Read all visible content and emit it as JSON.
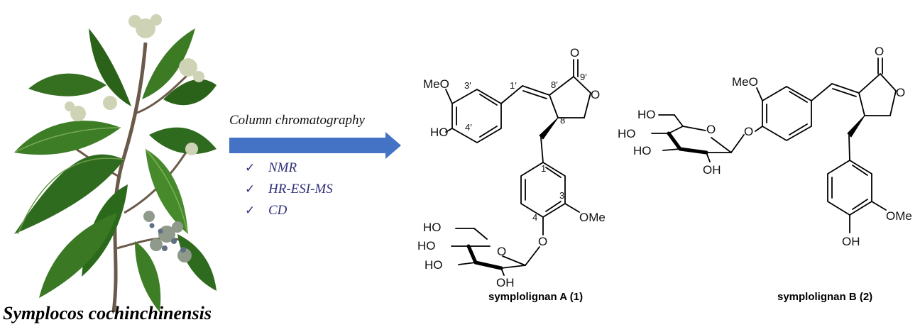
{
  "plant": {
    "name": "Symplocos cochinchinensis"
  },
  "process": {
    "label": "Column chromatography",
    "arrow_color": "#4472c4",
    "check_mark": "✓",
    "methods": [
      "NMR",
      "HR-ESI-MS",
      "CD"
    ],
    "method_color": "#2f2f7a"
  },
  "compound_a": {
    "name": "symplolignan A (1)",
    "labels": {
      "meo": "MeO",
      "ho_ar": "HO",
      "o_carbonyl": "O",
      "o_ring": "O",
      "ome": "OMe",
      "o_link": "O",
      "o_sugar": "O",
      "ho6": "HO",
      "ho4": "HO",
      "ho3": "HO",
      "oh2": "OH"
    },
    "numbers": {
      "n3p": "3′",
      "n4p": "4′",
      "n1p": "1′",
      "n8p": "8′",
      "n9p": "9′",
      "n8": "8",
      "n1": "1",
      "n3": "3",
      "n4": "4"
    }
  },
  "compound_b": {
    "name": "symplolignan B (2)",
    "labels": {
      "meo": "MeO",
      "o_carbonyl": "O",
      "o_ring": "O",
      "o_link": "O",
      "o_sugar": "O",
      "ho6": "HO",
      "ho4": "HO",
      "ho3": "HO",
      "oh2": "OH",
      "ome": "OMe",
      "oh_ar": "OH"
    }
  }
}
